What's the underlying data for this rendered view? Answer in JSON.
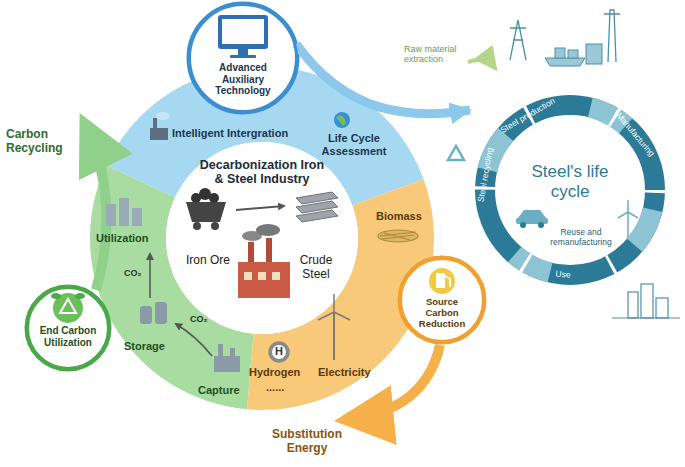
{
  "diagram": {
    "nodes": [
      {
        "text": [
          "Decarbonization Iron & Steel Industry",
          "Iron Ore",
          "Crude Steel"
        ]
      },
      {
        "text": [
          "Advanced Auxiliary Technology"
        ]
      },
      {
        "text": [
          "Source Carbon Reduction"
        ]
      },
      {
        "text": [
          "End Carbon Utilization"
        ]
      },
      {
        "text": [
          "Steel's life cycle"
        ]
      },
      {
        "text": [
          "H"
        ]
      }
    ],
    "edges": [
      {
        "from": 1,
        "to": 4,
        "arrow": "to"
      }
    ],
    "labels": [
      "Intelligent Intergration",
      "Life Cycle Assessment",
      "Biomass",
      "Electricity",
      "Hydrogen",
      "......",
      "Capture",
      "Storage",
      "Utilization",
      "CO₂",
      "CO₂",
      "Carbon Recycling",
      "Substitution Energy",
      "Raw material extraction",
      "Steel production",
      "Manufacturing",
      "Steel recycling",
      "Reuse and remanufacturing",
      "Use"
    ]
  }
}
